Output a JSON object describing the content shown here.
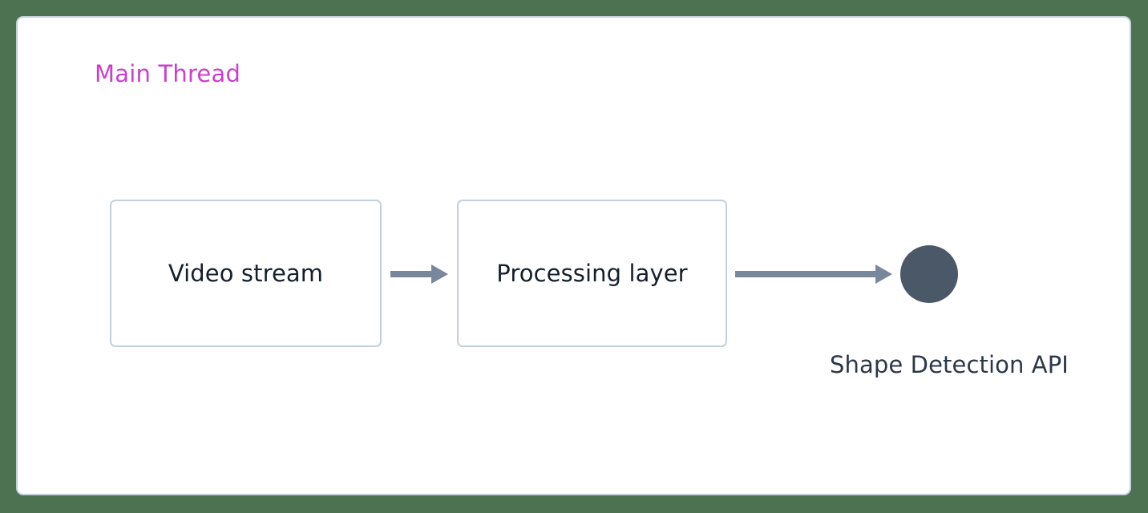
{
  "diagram": {
    "type": "flow",
    "title": "Main Thread",
    "container": {
      "label": "Main Thread",
      "label_color": "#cc3ecc",
      "background": "#ffffff",
      "border_color": "#c3cfdb"
    },
    "canvas": {
      "background_color": "#4d7252"
    },
    "nodes": [
      {
        "id": "video-stream",
        "label": "Video stream",
        "shape": "rounded-rect",
        "fill": "#ffffff",
        "border_color": "#c3cfdb",
        "text_color": "#16202b"
      },
      {
        "id": "processing-layer",
        "label": "Processing layer",
        "shape": "rounded-rect",
        "fill": "#ffffff",
        "border_color": "#c3cfdb",
        "text_color": "#16202b"
      },
      {
        "id": "shape-detection-api",
        "label": "Shape Detection API",
        "shape": "circle",
        "fill": "#4a5868",
        "text_color": "#2d3748"
      }
    ],
    "edges": [
      {
        "id": "edge-video-to-processing",
        "from": "video-stream",
        "to": "processing-layer",
        "style": "solid-arrow",
        "color": "#78889a",
        "label": ""
      },
      {
        "id": "edge-processing-to-api",
        "from": "processing-layer",
        "to": "shape-detection-api",
        "style": "solid-arrow",
        "color": "#78889a",
        "label": ""
      }
    ]
  }
}
